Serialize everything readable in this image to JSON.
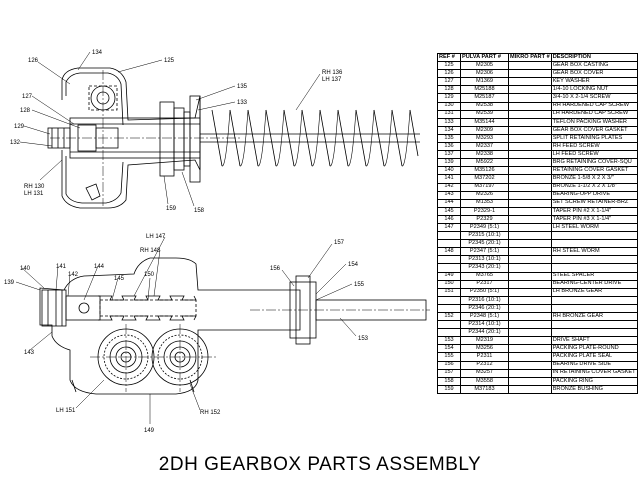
{
  "title": "2DH GEARBOX PARTS ASSEMBLY",
  "callouts": {
    "c134": "134",
    "c126": "126",
    "c125": "125",
    "rh136": "RH 136",
    "lh137": "LH 137",
    "c135": "135",
    "c133": "133",
    "c128": "128",
    "c127": "127",
    "c129": "129",
    "c132": "132",
    "rh130": "RH 130",
    "lh131": "LH 131",
    "c159": "159",
    "c158": "158",
    "lh147": "LH 147",
    "rh148": "RH 148",
    "c140": "140",
    "c141": "141",
    "c142": "142",
    "c144": "144",
    "c145": "145",
    "c150": "150",
    "c139": "139",
    "c157": "157",
    "c156": "156",
    "c154": "154",
    "c155": "155",
    "c153": "153",
    "c143": "143",
    "lh151": "LH 151",
    "c149": "149",
    "rh152": "RH 152"
  },
  "table": {
    "headers": [
      "REF #",
      "PULVA PART #",
      "MIKRO PART #",
      "DESCRIPTION"
    ],
    "rows": [
      [
        "125",
        "M2305",
        "",
        "GEAR BOX CASTING"
      ],
      [
        "126",
        "M2306",
        "",
        "GEAR BOX COVER"
      ],
      [
        "127",
        "M1369",
        "",
        "KEY WASHER"
      ],
      [
        "128",
        "M25188",
        "",
        "1/4-10 LOCKING NUT"
      ],
      [
        "129",
        "M25187",
        "",
        "3/4-10 X 2-1/4 SCREW"
      ],
      [
        "130",
        "M2538",
        "",
        "RH HARDENED CAP SCREW"
      ],
      [
        "131",
        "M2539",
        "",
        "LH HARDENED CAP SCREW"
      ],
      [
        "133",
        "M35144",
        "",
        "TEFLON PACKING WASHER"
      ],
      [
        "134",
        "M2309",
        "",
        "GEAR BOX COVER GASKET"
      ],
      [
        "135",
        "M3293",
        "",
        "SPLIT RETAINING PLATES"
      ],
      [
        "136",
        "M2337",
        "",
        "RH FEED SCREW"
      ],
      [
        "137",
        "M2338",
        "",
        "LH FEED SCREW"
      ],
      [
        "139",
        "M5922",
        "",
        "BRG RETAINING COVER-SQU"
      ],
      [
        "140",
        "M35126",
        "",
        "RETAINING COVER GASKET"
      ],
      [
        "141",
        "M37202",
        "",
        "BRONZE 1-5/8 X 2 X 3/\""
      ],
      [
        "142",
        "M37197",
        "",
        "BRONZE 1-1/2 X 2 X 1/8\""
      ],
      [
        "143",
        "M2326",
        "",
        "BEARING-OPP DRIVE"
      ],
      [
        "144",
        "M1353",
        "",
        "SET SCREW RETAINER-BRZ"
      ],
      [
        "145",
        "P2329-1",
        "",
        "TAPER PIN #2 X 1-1/4\""
      ],
      [
        "146",
        "P2329",
        "",
        "TAPER PIN #3 X 1-1/4\""
      ],
      [
        "147",
        "P2349 (5:1)",
        "",
        "LH STEEL WORM"
      ],
      [
        "",
        "P2315 (10:1)",
        "",
        ""
      ],
      [
        "",
        "P2345 (20:1)",
        "",
        ""
      ],
      [
        "148",
        "P2347 (5:1)",
        "",
        "RH STEEL WORM"
      ],
      [
        "",
        "P2313 (10:1)",
        "",
        ""
      ],
      [
        "",
        "P2343 (20:1)",
        "",
        ""
      ],
      [
        "149",
        "M3765",
        "",
        "STEEL SPACER"
      ],
      [
        "150",
        "P2317",
        "",
        "BEARING-CENTER DRIVE"
      ],
      [
        "151",
        "P2350 (5:1)",
        "",
        "LH BRONZE GEAR"
      ],
      [
        "",
        "P2316 (10:1)",
        "",
        ""
      ],
      [
        "",
        "P2346 (20:1)",
        "",
        ""
      ],
      [
        "152",
        "P2348 (5:1)",
        "",
        "RH BRONZE GEAR"
      ],
      [
        "",
        "P2314 (10:1)",
        "",
        ""
      ],
      [
        "",
        "P2344 (20:1)",
        "",
        ""
      ],
      [
        "153",
        "M2319",
        "",
        "DRIVE SHAFT"
      ],
      [
        "154",
        "M3256",
        "",
        "PACKING PLATE-ROUND"
      ],
      [
        "155",
        "P2311",
        "",
        "PACKING PLATE SEAL"
      ],
      [
        "156",
        "P2312",
        "",
        "BEARING DRIVE SIDE"
      ],
      [
        "157",
        "M3257",
        "",
        "IN RETAINING COVER GASKET"
      ],
      [
        "158",
        "M3558",
        "",
        "PACKING RING"
      ],
      [
        "159",
        "M37183",
        "",
        "BRONZE BUSHING"
      ]
    ]
  }
}
